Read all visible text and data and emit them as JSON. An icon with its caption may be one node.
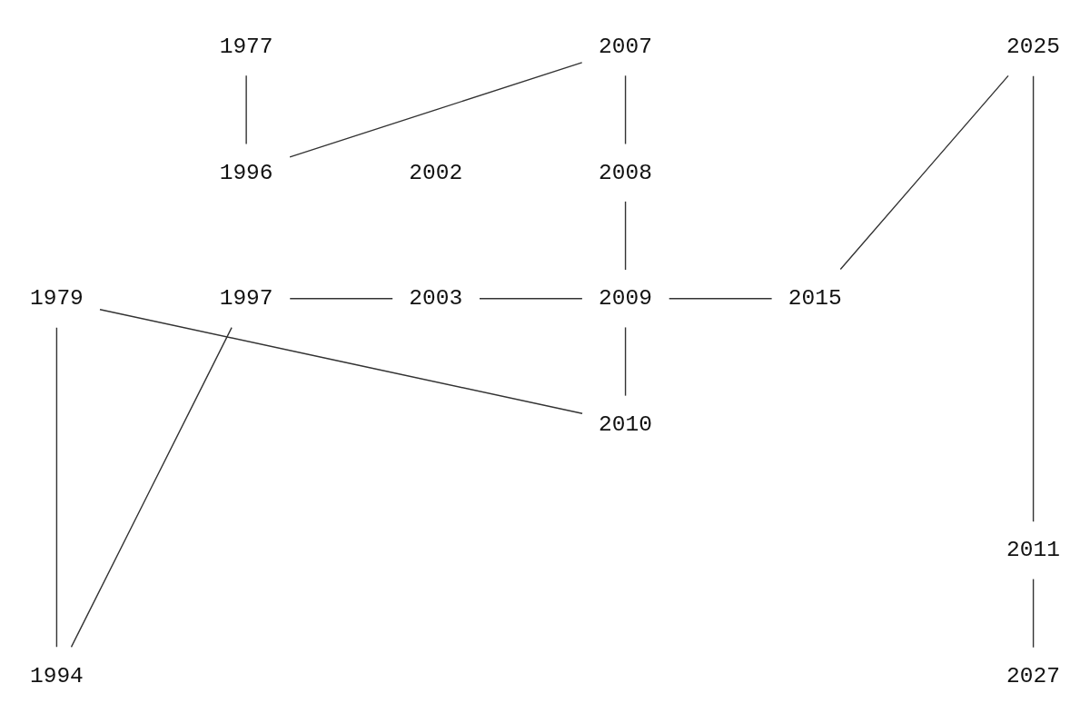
{
  "diagram": {
    "nodes": [
      {
        "text": [
          "1977"
        ]
      },
      {
        "text": [
          "2007"
        ]
      },
      {
        "text": [
          "2025"
        ]
      },
      {
        "text": [
          "1996"
        ]
      },
      {
        "text": [
          "2002"
        ]
      },
      {
        "text": [
          "2008"
        ]
      },
      {
        "text": [
          "1979"
        ]
      },
      {
        "text": [
          "1997"
        ]
      },
      {
        "text": [
          "2003"
        ]
      },
      {
        "text": [
          "2009"
        ]
      },
      {
        "text": [
          "2015"
        ]
      },
      {
        "text": [
          "2010"
        ]
      },
      {
        "text": [
          "2011"
        ]
      },
      {
        "text": [
          "1994"
        ]
      },
      {
        "text": [
          "2027"
        ]
      }
    ],
    "edges": [
      {
        "from": 0,
        "to": 3,
        "arrow": "none"
      },
      {
        "from": 3,
        "to": 1,
        "arrow": "none"
      },
      {
        "from": 1,
        "to": 5,
        "arrow": "none"
      },
      {
        "from": 5,
        "to": 9,
        "arrow": "none"
      },
      {
        "from": 9,
        "to": 11,
        "arrow": "none"
      },
      {
        "from": 11,
        "to": 6,
        "arrow": "none"
      },
      {
        "from": 6,
        "to": 13,
        "arrow": "none"
      },
      {
        "from": 13,
        "to": 7,
        "arrow": "none"
      },
      {
        "from": 7,
        "to": 8,
        "arrow": "none"
      },
      {
        "from": 8,
        "to": 9,
        "arrow": "none"
      },
      {
        "from": 9,
        "to": 10,
        "arrow": "none"
      },
      {
        "from": 10,
        "to": 2,
        "arrow": "none"
      },
      {
        "from": 2,
        "to": 12,
        "arrow": "none"
      },
      {
        "from": 12,
        "to": 14,
        "arrow": "none"
      }
    ]
  }
}
